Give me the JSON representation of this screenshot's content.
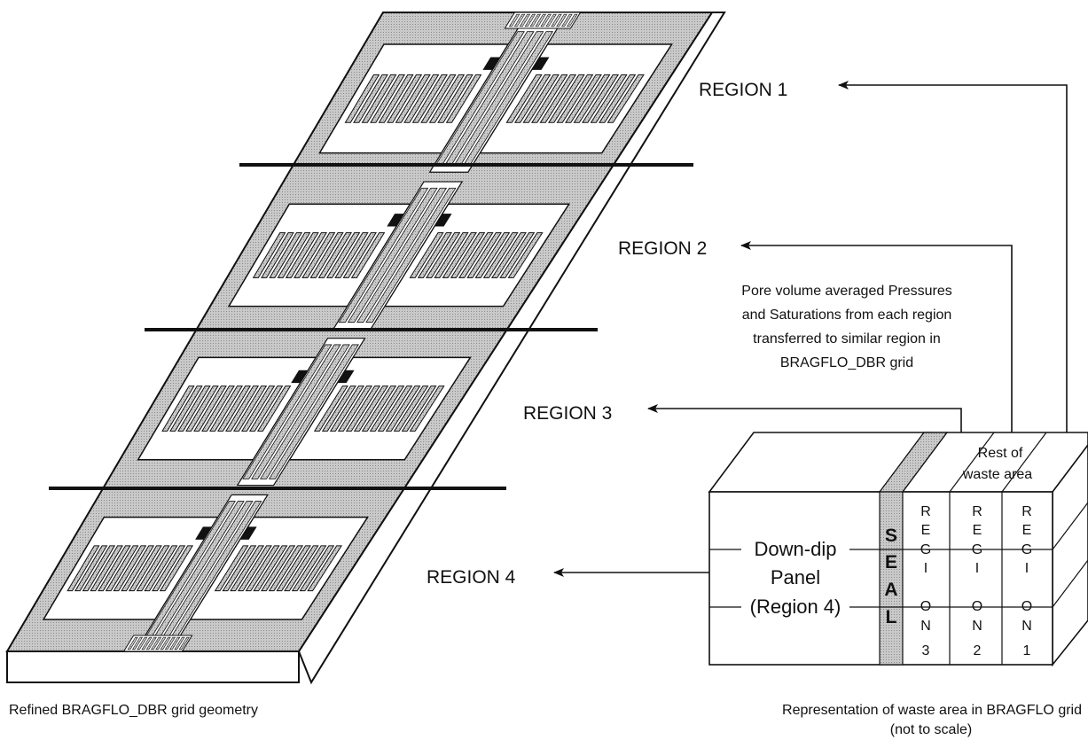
{
  "regions": {
    "r1": "REGION 1",
    "r2": "REGION 2",
    "r3": "REGION 3",
    "r4": "REGION 4"
  },
  "note": [
    "Pore volume averaged Pressures",
    "and Saturations from each region",
    "transferred to similar region in",
    "BRAGFLO_DBR grid"
  ],
  "box": {
    "rest_top": "Rest of",
    "rest_bottom": "waste area",
    "panel_1": "Down-dip",
    "panel_2": "Panel",
    "panel_3": "(Region 4)",
    "seal": [
      "S",
      "E",
      "A",
      "L"
    ],
    "col3": [
      "R",
      "E",
      "G",
      "I",
      "O",
      "N",
      "3"
    ],
    "col2": [
      "R",
      "E",
      "G",
      "I",
      "O",
      "N",
      "2"
    ],
    "col1": [
      "R",
      "E",
      "G",
      "I",
      "O",
      "N",
      "1"
    ]
  },
  "captions": {
    "left": "Refined BRAGFLO_DBR grid geometry",
    "right_1": "Representation of waste area in BRAGFLO grid",
    "right_2": "(not to scale)"
  }
}
